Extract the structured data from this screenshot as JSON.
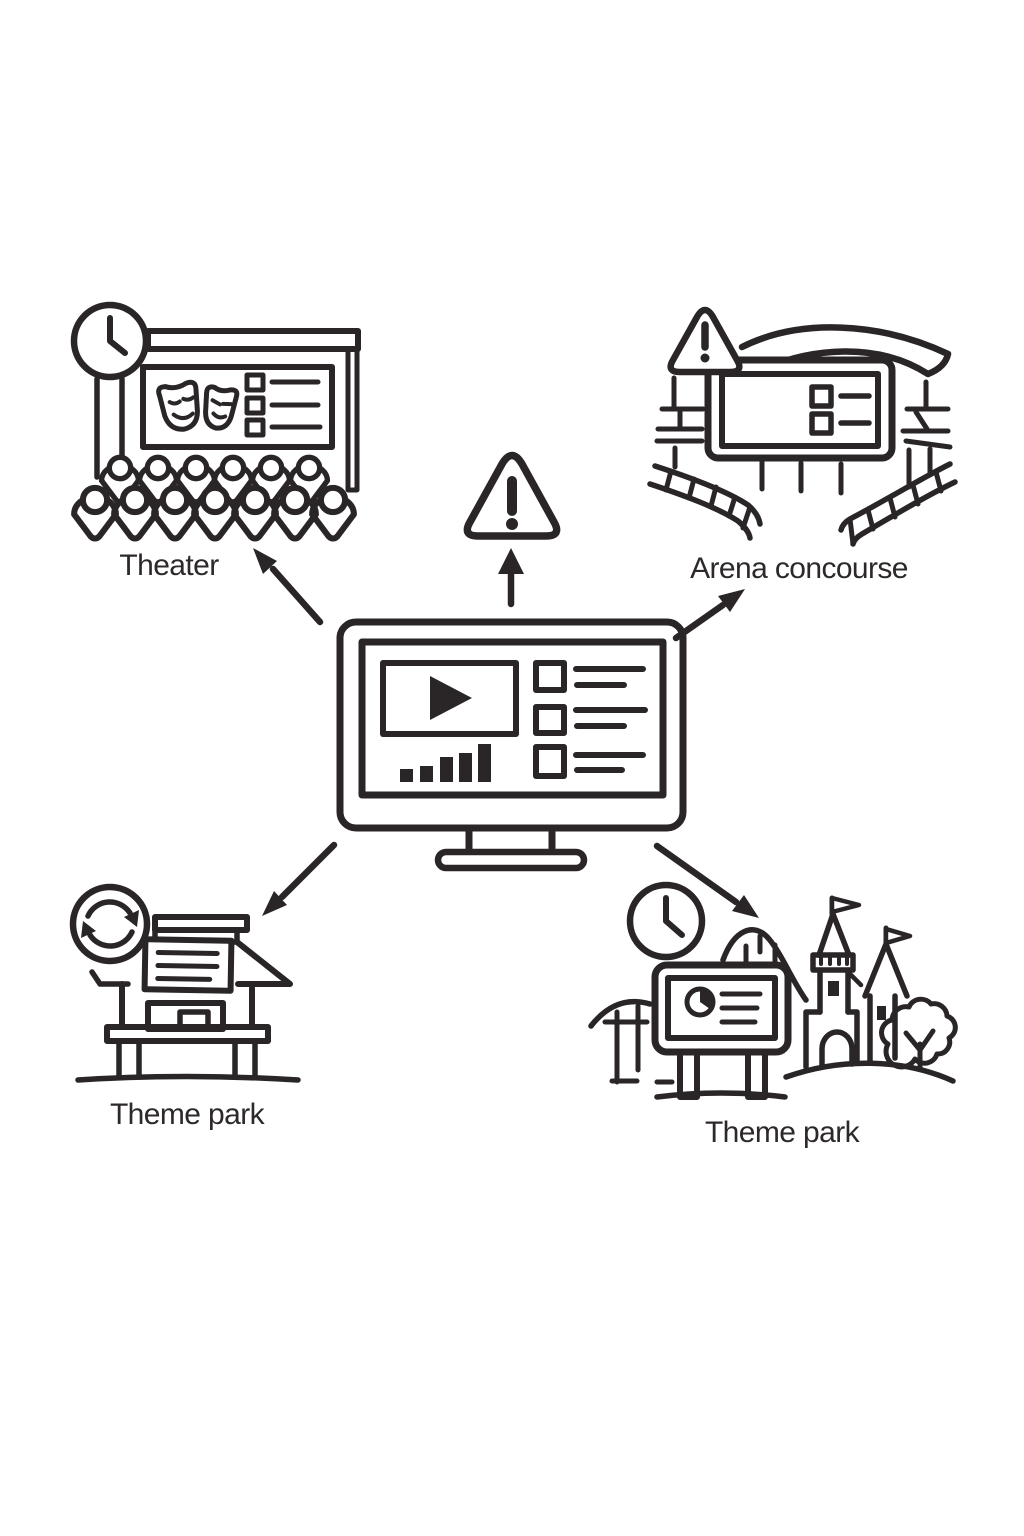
{
  "diagram": {
    "background_color": "#ffffff",
    "stroke_color": "#2a2628",
    "center": {
      "id": "signage-player",
      "icons": [
        "monitor-icon",
        "play-button-icon",
        "bar-chart-icon",
        "checklist-icon"
      ]
    },
    "alert": {
      "id": "alert",
      "icons": [
        "warning-triangle-icon",
        "up-arrow-icon"
      ]
    },
    "nodes": [
      {
        "id": "theater",
        "label": "Theater",
        "icons": [
          "clock-icon",
          "theater-masks-signboard-icon",
          "audience-icon"
        ]
      },
      {
        "id": "arena-concourse",
        "label": "Arena concourse",
        "icons": [
          "warning-triangle-icon",
          "arena-scoreboard-icon"
        ]
      },
      {
        "id": "theme-park-kiosk",
        "label": "Theme park",
        "icons": [
          "refresh-icon",
          "park-kiosk-icon"
        ]
      },
      {
        "id": "theme-park-castle",
        "label": "Theme park",
        "icons": [
          "clock-icon",
          "park-sign-icon",
          "roller-coaster-icon",
          "castle-icon",
          "tree-icon"
        ]
      }
    ]
  }
}
